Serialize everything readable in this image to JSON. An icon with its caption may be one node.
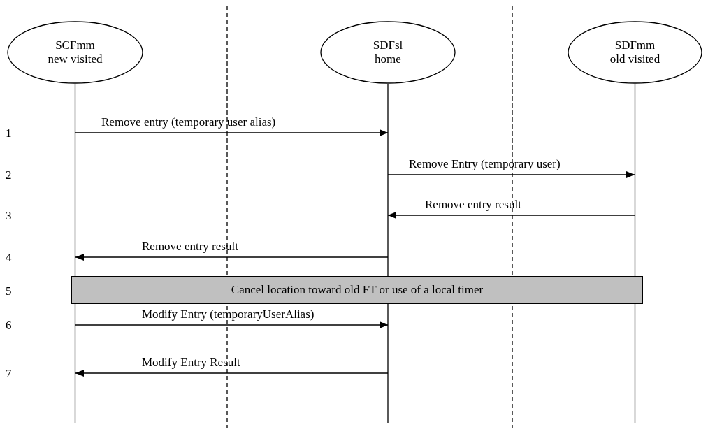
{
  "diagram": {
    "nodes": [
      {
        "text": [
          "SCFmm new visited"
        ]
      },
      {
        "text": [
          "SDFsl home"
        ]
      },
      {
        "text": [
          "SDFmm old visited"
        ]
      },
      {
        "text": [
          "Cancel location toward old FT or use of a local timer"
        ]
      }
    ],
    "edges": [
      {
        "from": 0,
        "to": 1,
        "arrow": "to",
        "label": "Remove entry (temporary user alias)"
      },
      {
        "from": 1,
        "to": 2,
        "arrow": "to",
        "label": "Remove Entry (temporary user)"
      },
      {
        "from": 2,
        "to": 1,
        "arrow": "to",
        "label": "Remove entry result"
      },
      {
        "from": 1,
        "to": 0,
        "arrow": "to",
        "label": "Remove entry result"
      },
      {
        "from": 0,
        "to": 1,
        "arrow": "to",
        "label": "Modify Entry (temporaryUserAlias)"
      },
      {
        "from": 1,
        "to": 0,
        "arrow": "to",
        "label": "Modify Entry Result"
      }
    ],
    "labels": [
      "1",
      "2",
      "3",
      "4",
      "5",
      "6",
      "7"
    ]
  }
}
